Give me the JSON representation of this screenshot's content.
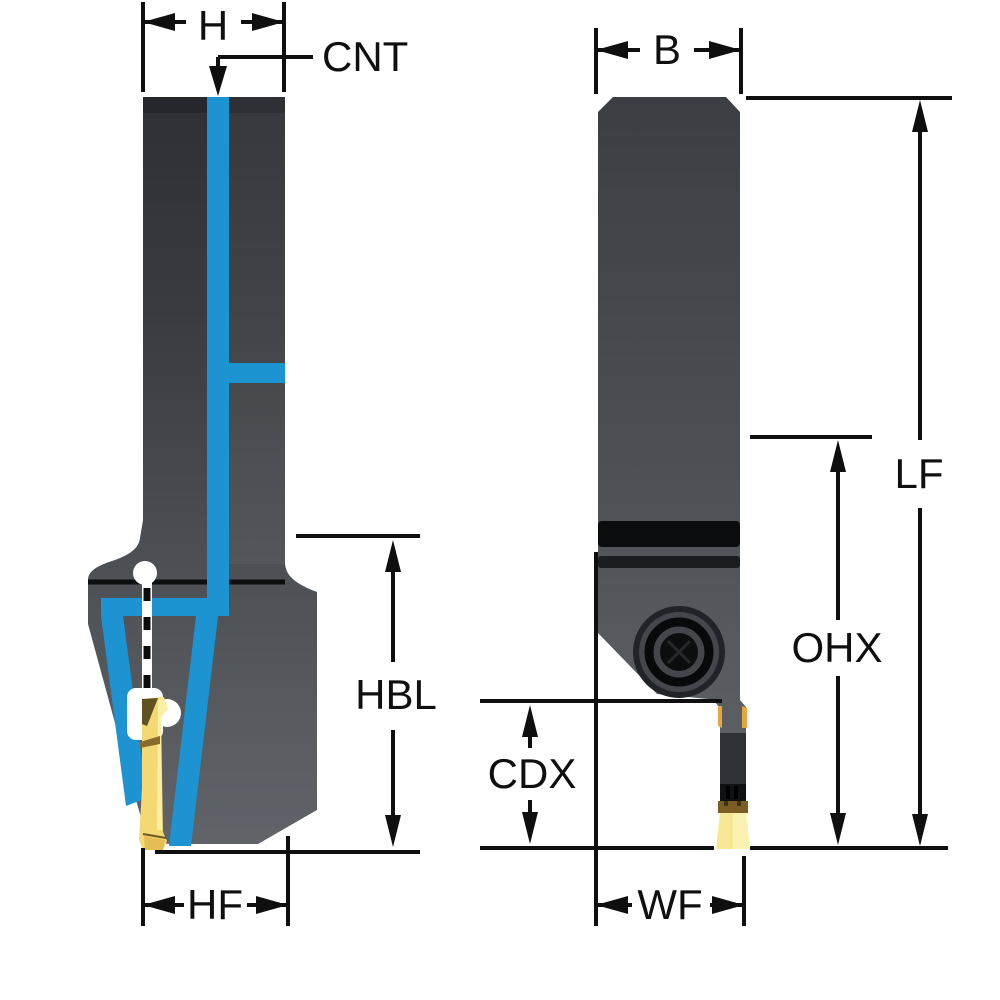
{
  "diagram": {
    "title": "Grooving tool holder dimensional drawing, two views",
    "views": [
      {
        "id": "side-view",
        "description": "Side view with internal coolant channels and insert"
      },
      {
        "id": "front-view",
        "description": "Front view with clamp screw, blade and insert"
      }
    ],
    "labels": {
      "h": "H",
      "cnt": "CNT",
      "b": "B",
      "lf": "LF",
      "ohx": "OHX",
      "hbl": "HBL",
      "cdx": "CDX",
      "hf": "HF",
      "wf": "WF"
    },
    "colors": {
      "background": "#ffffff",
      "dimension_line": "#0f0f0f",
      "coolant_blue": "#1e93d2",
      "body_dark": "#2d3135",
      "body_light": "#616569",
      "groove_black": "#0a0c0e",
      "insert_yellow": "#f3d873",
      "insert_pale_yellow": "#f7e896",
      "insert_brown": "#7c5e24",
      "insert_orange": "#e6a83e"
    }
  }
}
